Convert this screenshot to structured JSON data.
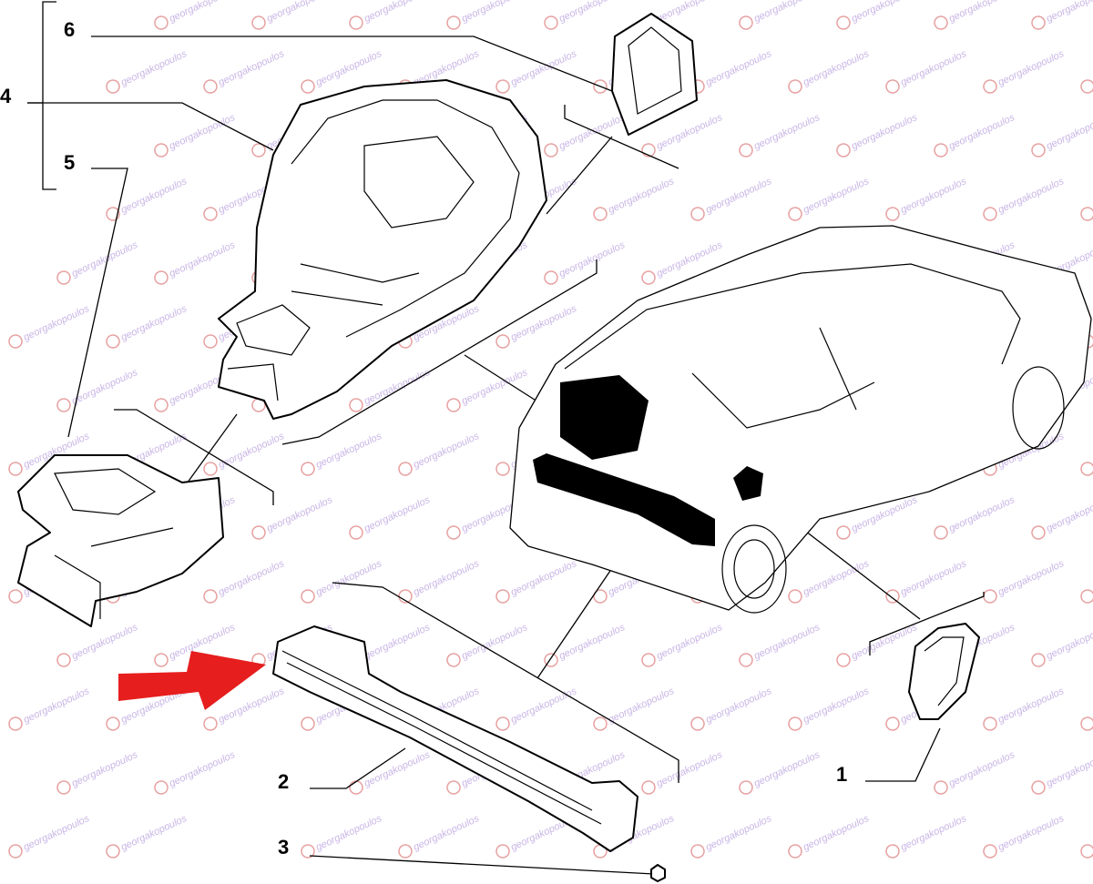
{
  "diagram": {
    "watermark": "georgakopoulos",
    "arrow_color": "#e61e1e",
    "callouts": [
      {
        "id": "6",
        "label": "6"
      },
      {
        "id": "4",
        "label": "4"
      },
      {
        "id": "5",
        "label": "5"
      },
      {
        "id": "2",
        "label": "2"
      },
      {
        "id": "3",
        "label": "3"
      },
      {
        "id": "1",
        "label": "1"
      }
    ]
  }
}
